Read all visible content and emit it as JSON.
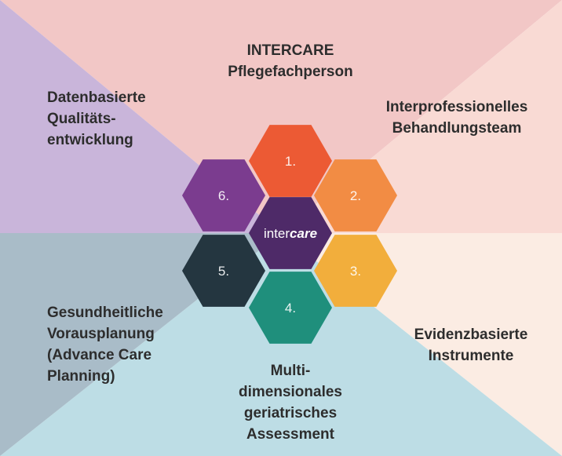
{
  "segments": [
    {
      "id": "top",
      "lines": [
        "INTERCARE",
        "Pflegefachperson"
      ],
      "color": "#f2c7c6"
    },
    {
      "id": "upper-right",
      "lines": [
        "Interprofessionelles",
        "Behandlungsteam"
      ],
      "color": "#f9dad4"
    },
    {
      "id": "lower-right",
      "lines": [
        "Evidenzbasierte",
        "Instrumente"
      ],
      "color": "#fbece3"
    },
    {
      "id": "bottom",
      "lines": [
        "Multi-",
        "dimensionales",
        "geriatrisches",
        "Assessment"
      ],
      "color": "#bddde5"
    },
    {
      "id": "lower-left",
      "lines": [
        "Gesundheitliche",
        "Vorausplanung",
        "(Advance Care",
        "Planning)"
      ],
      "color": "#a9bcc8"
    },
    {
      "id": "upper-left",
      "lines": [
        "Datenbasierte",
        "Qualitäts-",
        "entwicklung"
      ],
      "color": "#c9b5da"
    }
  ],
  "hexagons": [
    {
      "number": "1.",
      "color": "#ec5a34"
    },
    {
      "number": "2.",
      "color": "#f28c44"
    },
    {
      "number": "3.",
      "color": "#f2ae3c"
    },
    {
      "number": "4.",
      "color": "#1f8f7c"
    },
    {
      "number": "5.",
      "color": "#243640"
    },
    {
      "number": "6.",
      "color": "#7b3c8f"
    }
  ],
  "center": {
    "logo_light": "inter",
    "logo_bold": "care",
    "color": "#4e2a68"
  }
}
